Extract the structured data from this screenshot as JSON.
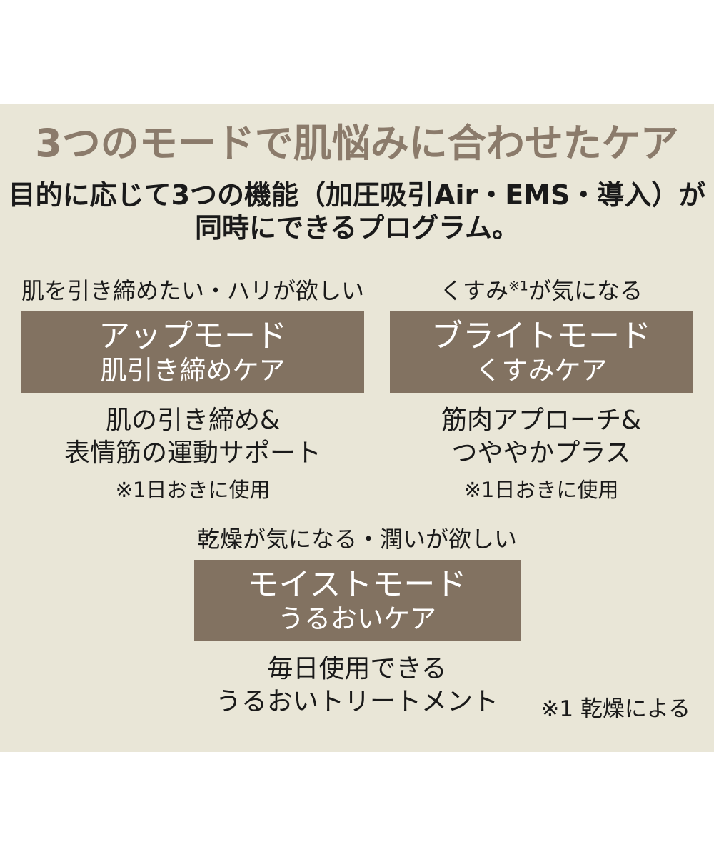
{
  "page": {
    "title": "3つのモードで肌悩みに合わせたケア",
    "subtitle_line1": "目的に応じて3つの機能（加圧吸引Air・EMS・導入）が",
    "subtitle_line2": "同時にできるプログラム。",
    "footnote": "※1 乾燥による"
  },
  "colors": {
    "page_background": "#ffffff",
    "panel_background": "#e9e6d7",
    "mode_box_background": "#827261",
    "mode_box_text": "#ffffff",
    "title_text": "#8b7b6b",
    "body_text": "#1a1a1a"
  },
  "modes": [
    {
      "need": "肌を引き締めたい・ハリが欲しい",
      "need_sup": "",
      "need_after": "",
      "mode_name": "アップモード",
      "care_name": "肌引き締めケア",
      "benefit_line1": "肌の引き締め&",
      "benefit_line2": "表情筋の運動サポート",
      "usage_note": "※1日おきに使用"
    },
    {
      "need": "くすみ",
      "need_sup": "※1",
      "need_after": "が気になる",
      "mode_name": "ブライトモード",
      "care_name": "くすみケア",
      "benefit_line1": "筋肉アプローチ&",
      "benefit_line2": "つややかプラス",
      "usage_note": "※1日おきに使用"
    },
    {
      "need": "乾燥が気になる・潤いが欲しい",
      "need_sup": "",
      "need_after": "",
      "mode_name": "モイストモード",
      "care_name": "うるおいケア",
      "benefit_line1": "毎日使用できる",
      "benefit_line2": "うるおいトリートメント",
      "usage_note": ""
    }
  ]
}
